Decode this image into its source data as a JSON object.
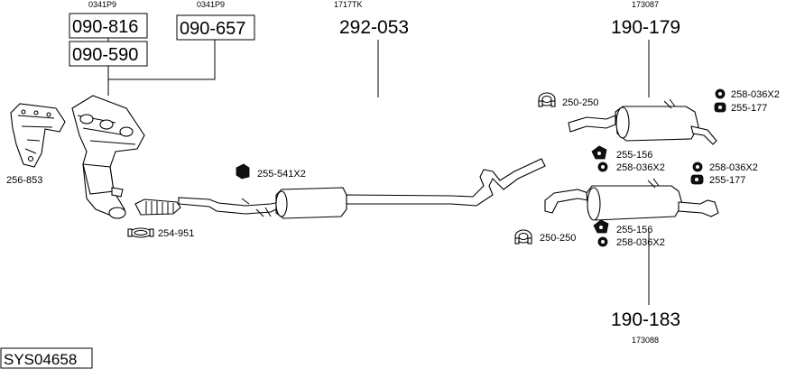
{
  "system_code": "SYS04658",
  "groups": {
    "cat_left": {
      "code": "0341P9",
      "parts": [
        "090-816",
        "090-590"
      ]
    },
    "cat_right": {
      "code": "0341P9",
      "part": "090-657"
    },
    "middle": {
      "code": "1717TK",
      "part": "292-053"
    },
    "rear_top": {
      "code": "173087",
      "part": "190-179"
    },
    "rear_bottom": {
      "code": "173088",
      "part": "190-183"
    }
  },
  "parts": {
    "manifold": "256-853",
    "clamp_front": "254-951",
    "hanger_mid": "255-541X2",
    "clamp_top": "250-250",
    "rubber_top_a": "258-036X2",
    "rubber_top_b": "255-177",
    "hanger_top": "255-156",
    "rubber_top_c": "258-036X2",
    "rubber_bot_a": "258-036X2",
    "rubber_bot_b": "255-177",
    "clamp_bottom": "250-250",
    "hanger_bottom": "255-156",
    "rubber_bot_c": "258-036X2"
  }
}
